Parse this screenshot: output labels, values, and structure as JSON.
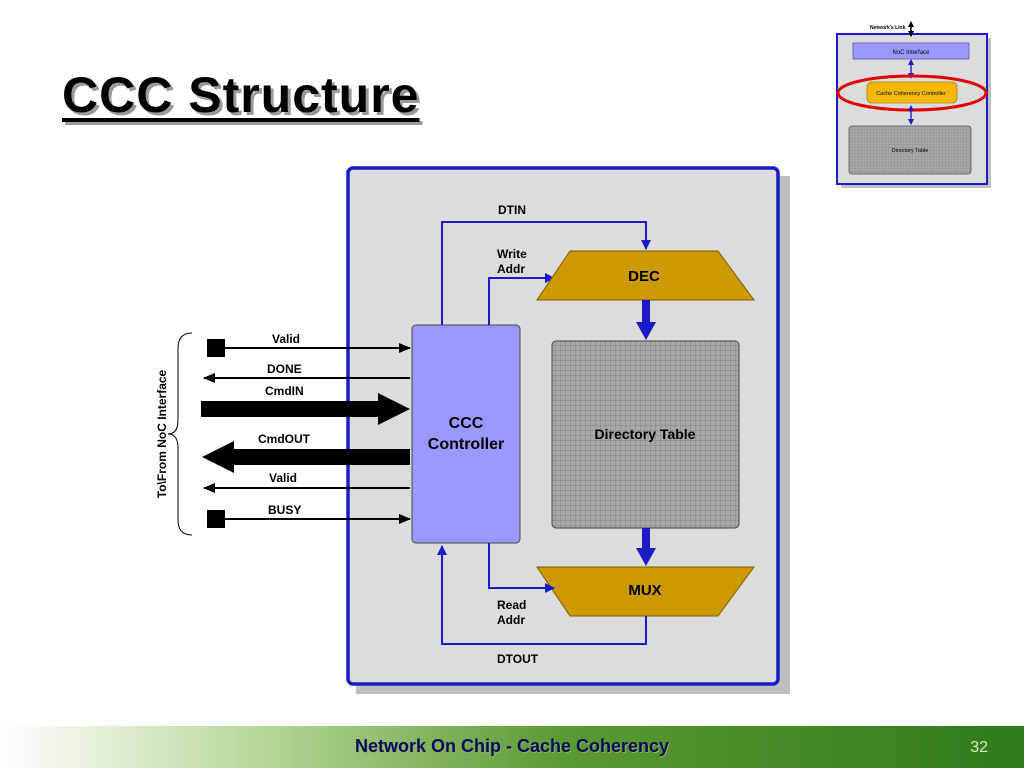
{
  "slide": {
    "title": "CCC Structure",
    "footer": "Network On Chip - Cache Coherency",
    "page_number": "32"
  },
  "thumbnail": {
    "network_link_label": "Network's Link",
    "noc_interface_label": "NoC Interface",
    "ccc_label": "Cache Coherency Controller",
    "directory_table_label": "Directory Table"
  },
  "diagram": {
    "side_label": "To\\From NoC Interface",
    "controller_line1": "CCC",
    "controller_line2": "Controller",
    "directory_table": "Directory Table",
    "dec": "DEC",
    "mux": "MUX",
    "dtin": "DTIN",
    "dtout": "DTOUT",
    "write_addr_line1": "Write",
    "write_addr_line2": "Addr",
    "read_addr_line1": "Read",
    "read_addr_line2": "Addr",
    "signals": {
      "valid_in": "Valid",
      "done": "DONE",
      "cmdin": "CmdIN",
      "cmdout": "CmdOUT",
      "valid_out": "Valid",
      "busy": "BUSY"
    },
    "colors": {
      "frame": "#1a1ac8",
      "panel": "#dcdcdc",
      "controller": "#9999ff",
      "dec_mux": "#cc9900",
      "arrow": "#1a1ac8",
      "highlight": "#e00000"
    }
  }
}
